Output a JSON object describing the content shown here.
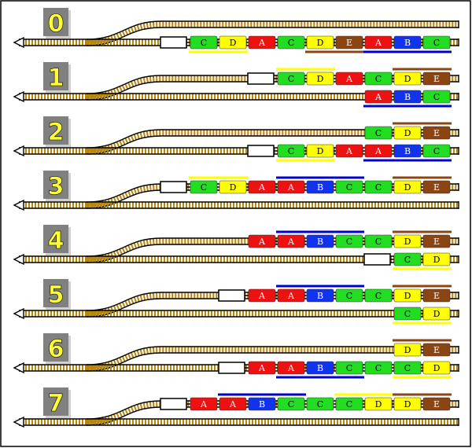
{
  "colors": {
    "background": "#ffffff",
    "frame": "#000000",
    "badge_bg": "#808080",
    "badge_shadow": "#cfcfcf",
    "badge_text": "#ffff33",
    "rail": "#000000",
    "ties": "#b8860b",
    "bracket_yellow": "#ffff00",
    "bracket_brown": "#8b4513",
    "bracket_blue": "#0000cc",
    "car_text_dark": "#000000",
    "car_text_light": "#ffffff",
    "engine": "#ffffff"
  },
  "car_colors": {
    "A": "#ee1111",
    "B": "#1133ee",
    "C": "#22dd22",
    "D": "#ffff00",
    "E": "#8b4513"
  },
  "steps": [
    {
      "label": "0",
      "top": {
        "engine": false,
        "cars": [],
        "brackets": []
      },
      "bottom": {
        "engine": true,
        "cars": [
          "C",
          "D",
          "A",
          "C",
          "D",
          "E",
          "A",
          "B",
          "C"
        ],
        "brackets": [
          {
            "from": 0,
            "to": 1,
            "color": "yellow",
            "side": "below"
          },
          {
            "from": 4,
            "to": 5,
            "color": "brown",
            "side": "below"
          },
          {
            "from": 6,
            "to": 8,
            "color": "blue",
            "side": "below"
          }
        ]
      }
    },
    {
      "label": "1",
      "top": {
        "engine": true,
        "cars": [
          "C",
          "D",
          "A",
          "C",
          "D",
          "E"
        ],
        "brackets": [
          {
            "from": 0,
            "to": 1,
            "color": "yellow",
            "side": "above"
          },
          {
            "from": 4,
            "to": 5,
            "color": "brown",
            "side": "above"
          }
        ]
      },
      "bottom": {
        "engine": false,
        "cars": [
          "A",
          "B",
          "C"
        ],
        "brackets": [
          {
            "from": 0,
            "to": 2,
            "color": "blue",
            "side": "below"
          }
        ]
      }
    },
    {
      "label": "2",
      "top": {
        "engine": false,
        "cars": [
          "C",
          "D",
          "E"
        ],
        "brackets": [
          {
            "from": 1,
            "to": 2,
            "color": "brown",
            "side": "above"
          }
        ]
      },
      "bottom": {
        "engine": true,
        "cars": [
          "C",
          "D",
          "A",
          "A",
          "B",
          "C"
        ],
        "brackets": [
          {
            "from": 0,
            "to": 1,
            "color": "yellow",
            "side": "below"
          },
          {
            "from": 3,
            "to": 5,
            "color": "blue",
            "side": "below"
          }
        ]
      }
    },
    {
      "label": "3",
      "top": {
        "engine": true,
        "cars": [
          "C",
          "D",
          "A",
          "A",
          "B",
          "C",
          "C",
          "D",
          "E"
        ],
        "brackets": [
          {
            "from": 0,
            "to": 1,
            "color": "yellow",
            "side": "above"
          },
          {
            "from": 3,
            "to": 5,
            "color": "blue",
            "side": "above"
          },
          {
            "from": 7,
            "to": 8,
            "color": "brown",
            "side": "above"
          }
        ]
      },
      "bottom": {
        "engine": false,
        "cars": [],
        "brackets": []
      }
    },
    {
      "label": "4",
      "top": {
        "engine": false,
        "cars": [
          "A",
          "A",
          "B",
          "C",
          "C",
          "D",
          "E"
        ],
        "brackets": [
          {
            "from": 1,
            "to": 3,
            "color": "blue",
            "side": "above"
          },
          {
            "from": 5,
            "to": 6,
            "color": "brown",
            "side": "above"
          }
        ]
      },
      "bottom": {
        "engine": true,
        "cars": [
          "C",
          "D"
        ],
        "brackets": [
          {
            "from": 0,
            "to": 1,
            "color": "yellow",
            "side": "below"
          }
        ]
      }
    },
    {
      "label": "5",
      "top": {
        "engine": true,
        "cars": [
          "A",
          "A",
          "B",
          "C",
          "C",
          "D",
          "E"
        ],
        "brackets": [
          {
            "from": 1,
            "to": 3,
            "color": "blue",
            "side": "above"
          },
          {
            "from": 5,
            "to": 6,
            "color": "brown",
            "side": "above"
          }
        ]
      },
      "bottom": {
        "engine": false,
        "cars": [
          "C",
          "D"
        ],
        "brackets": [
          {
            "from": 0,
            "to": 1,
            "color": "yellow",
            "side": "below"
          }
        ]
      }
    },
    {
      "label": "6",
      "top": {
        "engine": false,
        "cars": [
          "D",
          "E"
        ],
        "brackets": [
          {
            "from": 0,
            "to": 1,
            "color": "brown",
            "side": "above"
          }
        ]
      },
      "bottom": {
        "engine": true,
        "cars": [
          "A",
          "A",
          "B",
          "C",
          "C",
          "C",
          "D"
        ],
        "brackets": [
          {
            "from": 1,
            "to": 3,
            "color": "blue",
            "side": "below"
          },
          {
            "from": 5,
            "to": 6,
            "color": "yellow",
            "side": "below"
          }
        ]
      }
    },
    {
      "label": "7",
      "top": {
        "engine": true,
        "cars": [
          "A",
          "A",
          "B",
          "C",
          "C",
          "C",
          "D",
          "D",
          "E"
        ],
        "brackets": [
          {
            "from": 1,
            "to": 3,
            "color": "blue",
            "side": "above"
          },
          {
            "from": 5,
            "to": 6,
            "color": "yellow",
            "side": "above"
          },
          {
            "from": 7,
            "to": 8,
            "color": "brown",
            "side": "above"
          }
        ]
      },
      "bottom": {
        "engine": false,
        "cars": [],
        "brackets": []
      }
    }
  ]
}
